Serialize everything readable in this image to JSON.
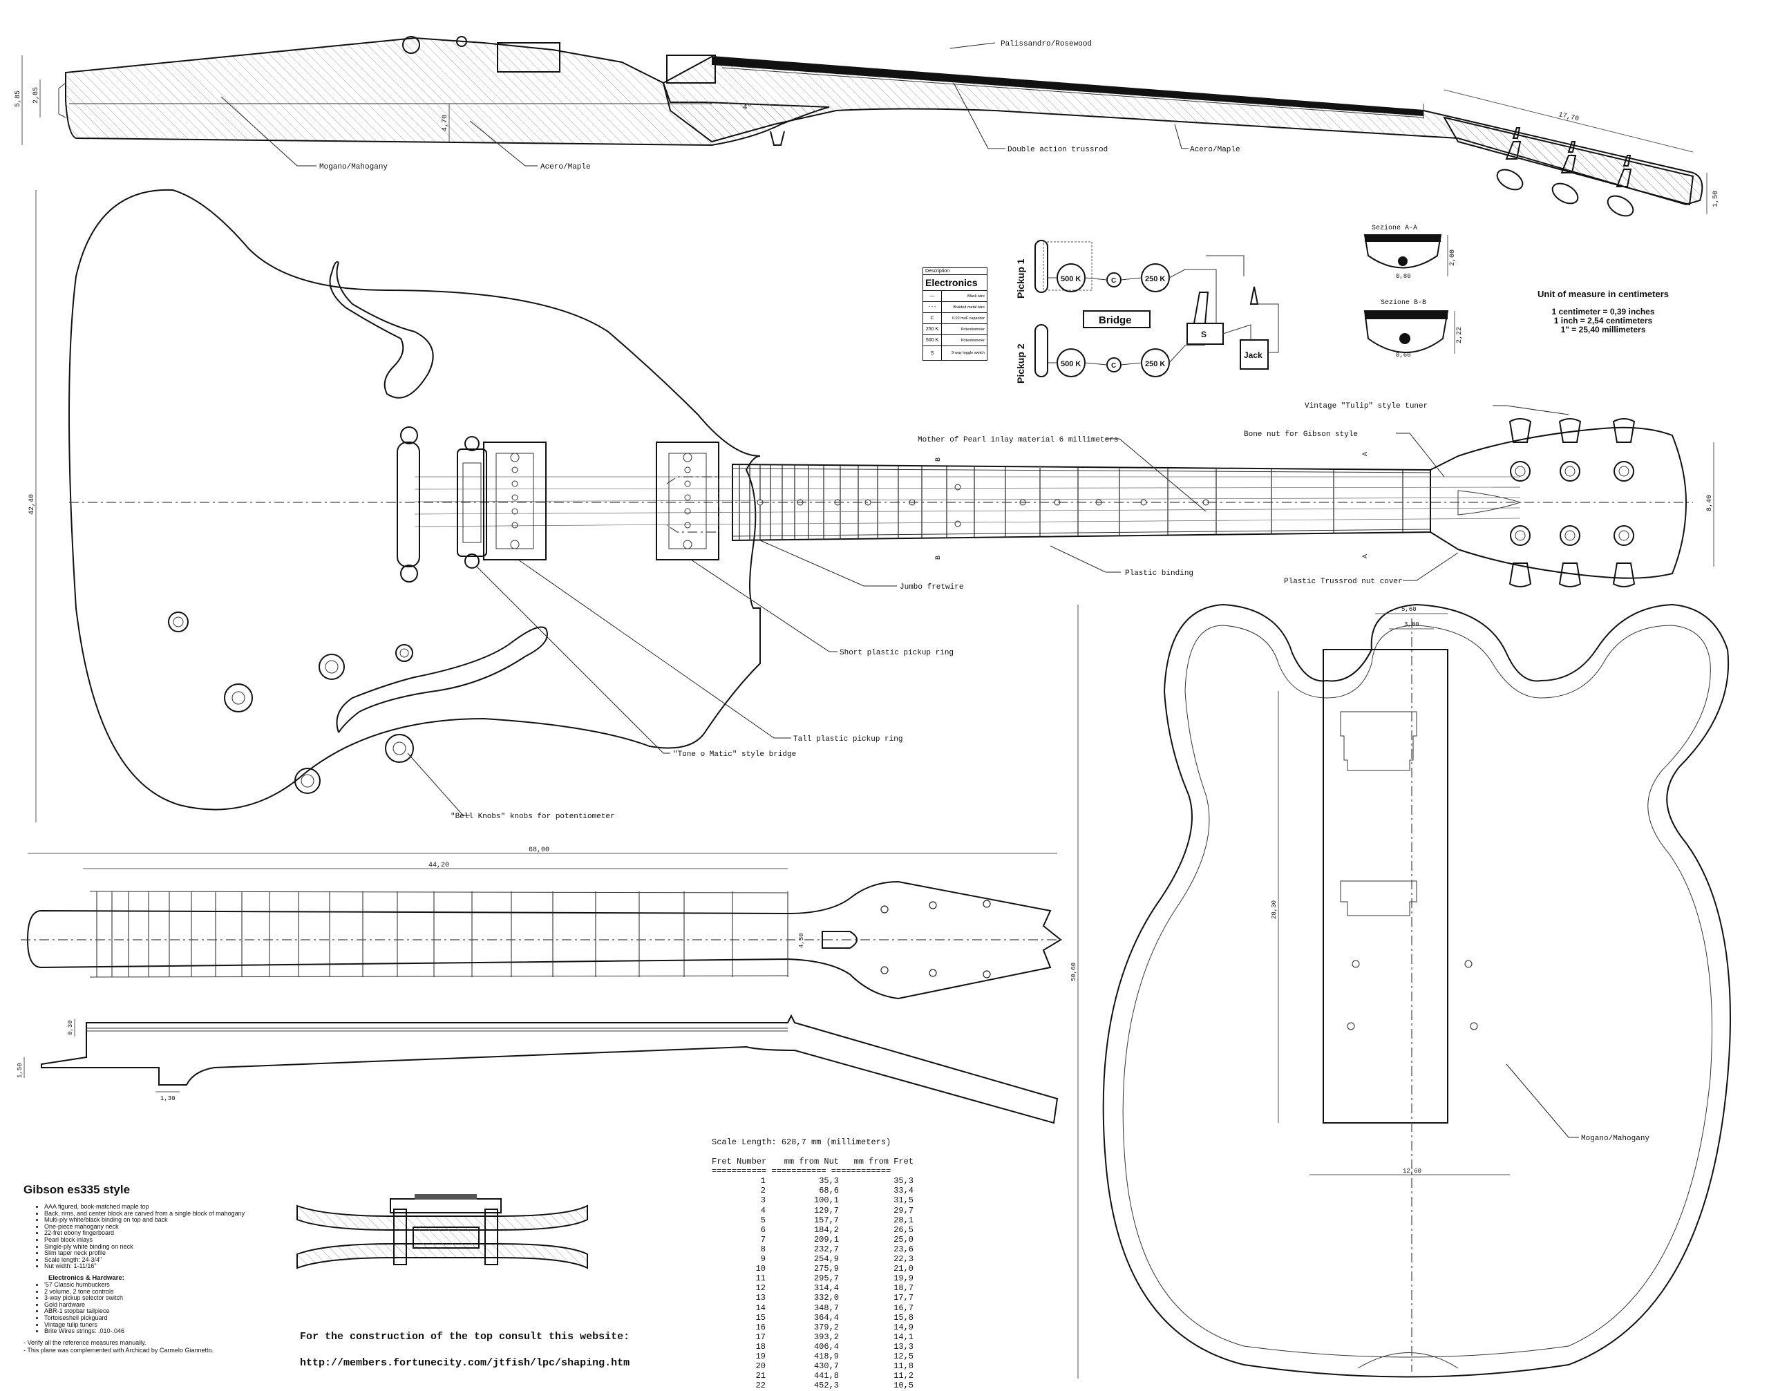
{
  "title": "Gibson es335 style",
  "labels": {
    "rosewood": "Palissandro/Rosewood",
    "mahogany_side": "Mogano/Mahogany",
    "maple_side": "Acero/Maple",
    "trussrod": "Double action trussrod",
    "maple_neck": "Acero/Maple",
    "angle": "4°",
    "tuner": "Vintage \"Tulip\" style tuner",
    "bone_nut": "Bone nut for Gibson style",
    "inlay": "Mother of Pearl inlay material 6 millimeters",
    "binding": "Plastic binding",
    "trussrod_cover": "Plastic Trussrod nut cover",
    "fretwire": "Jumbo fretwire",
    "short_ring": "Short plastic pickup ring",
    "tall_ring": "Tall plastic pickup ring",
    "bridge": "\"Tone o Matic\" style bridge",
    "knobs": "\"Bell Knobs\" knobs for potentiometer",
    "mahogany_block": "Mogano/Mahogany",
    "section_a": "Sezione A-A",
    "section_b": "Sezione B-B",
    "a_mark": "A",
    "b_mark": "B"
  },
  "dimensions": {
    "side_h1": "5,85",
    "side_h2": "2,85",
    "side_h3": "4,70",
    "head_len": "17,70",
    "head_thk": "1,50",
    "body_width": "42,40",
    "head_width": "8,40",
    "sec_a": "2,00",
    "sec_a_w": "0,80",
    "sec_b": "2,22",
    "sec_b_w": "0,60",
    "neck_total": "68,00",
    "neck_fret": "44,20",
    "neck_w": "4,30",
    "neck_side1": "0,30",
    "neck_side2": "1,50",
    "neck_side3": "1,30",
    "block_top1": "5,60",
    "block_top2": "3,80",
    "block_len": "28,30",
    "body_len": "50,60",
    "block_bottom": "12,60"
  },
  "units": {
    "title": "Unit of measure in centimeters",
    "lines": [
      "1 centimeter = 0,39 inches",
      "1 inch = 2,54 centimeters",
      "1\" = 25,40 millimeters"
    ]
  },
  "electronics": {
    "desc": "Description",
    "title": "Electronics",
    "legend": [
      {
        "sym": "—",
        "text": "Black wire"
      },
      {
        "sym": "- - -",
        "text": "Braided metal wire"
      },
      {
        "sym": "C",
        "text": "0.02 muF capacitor"
      },
      {
        "sym": "250 K",
        "text": "Potentiometer"
      },
      {
        "sym": "500 K",
        "text": "Potentiometer"
      },
      {
        "sym": "S",
        "text": "3-way toggle switch"
      }
    ],
    "pickup1": "Pickup 1",
    "pickup2": "Pickup 2",
    "pot500": "500 K",
    "pot250": "250 K",
    "cap": "C",
    "bridge": "Bridge",
    "switch": "S",
    "jack": "Jack"
  },
  "scale": {
    "title": "Scale Length: 628,7 mm (millimeters)",
    "headers": [
      "Fret Number",
      "mm from Nut",
      "mm from Fret"
    ],
    "rule": "=========== =========== ============",
    "rows": [
      [
        "1",
        "35,3",
        "35,3"
      ],
      [
        "2",
        "68,6",
        "33,4"
      ],
      [
        "3",
        "100,1",
        "31,5"
      ],
      [
        "4",
        "129,7",
        "29,7"
      ],
      [
        "5",
        "157,7",
        "28,1"
      ],
      [
        "6",
        "184,2",
        "26,5"
      ],
      [
        "7",
        "209,1",
        "25,0"
      ],
      [
        "8",
        "232,7",
        "23,6"
      ],
      [
        "9",
        "254,9",
        "22,3"
      ],
      [
        "10",
        "275,9",
        "21,0"
      ],
      [
        "11",
        "295,7",
        "19,9"
      ],
      [
        "12",
        "314,4",
        "18,7"
      ],
      [
        "13",
        "332,0",
        "17,7"
      ],
      [
        "14",
        "348,7",
        "16,7"
      ],
      [
        "15",
        "364,4",
        "15,8"
      ],
      [
        "16",
        "379,2",
        "14,9"
      ],
      [
        "17",
        "393,2",
        "14,1"
      ],
      [
        "18",
        "406,4",
        "13,3"
      ],
      [
        "19",
        "418,9",
        "12,5"
      ],
      [
        "20",
        "430,7",
        "11,8"
      ],
      [
        "21",
        "441,8",
        "11,2"
      ],
      [
        "22",
        "452,3",
        "10,5"
      ]
    ]
  },
  "specs": {
    "items": [
      "AAA figured, book-matched maple top",
      "Back, rims, and center block are carved from a single block of mahogany",
      "Multi-ply white/black binding on top and back",
      "One-piece mahogany neck",
      "22-fret ebony fingerboard",
      "Pearl block inlays",
      "Single-ply white binding on neck",
      "Slim taper neck profile",
      "Scale length: 24-3/4\"",
      "Nut width: 1-11/16\""
    ],
    "hardware_title": "Electronics & Hardware:",
    "hardware": [
      "'57 Classic humbuckers",
      "2 volume, 2 tone controls",
      "3-way pickup selector switch",
      "Gold hardware",
      "ABR-1 stopbar tailpiece",
      "Tortoiseshell pickguard",
      "Vintage tulip tuners",
      "Brite Wires strings: .010-.046"
    ],
    "notes": [
      "- Verify all the reference measures manually.",
      "- This plane was complemented with Archicad by Carmelo Giannetto."
    ]
  },
  "website": {
    "line1": "For the construction of the top consult this website:",
    "line2": "http://members.fortunecity.com/jtfish/lpc/shaping.htm"
  }
}
